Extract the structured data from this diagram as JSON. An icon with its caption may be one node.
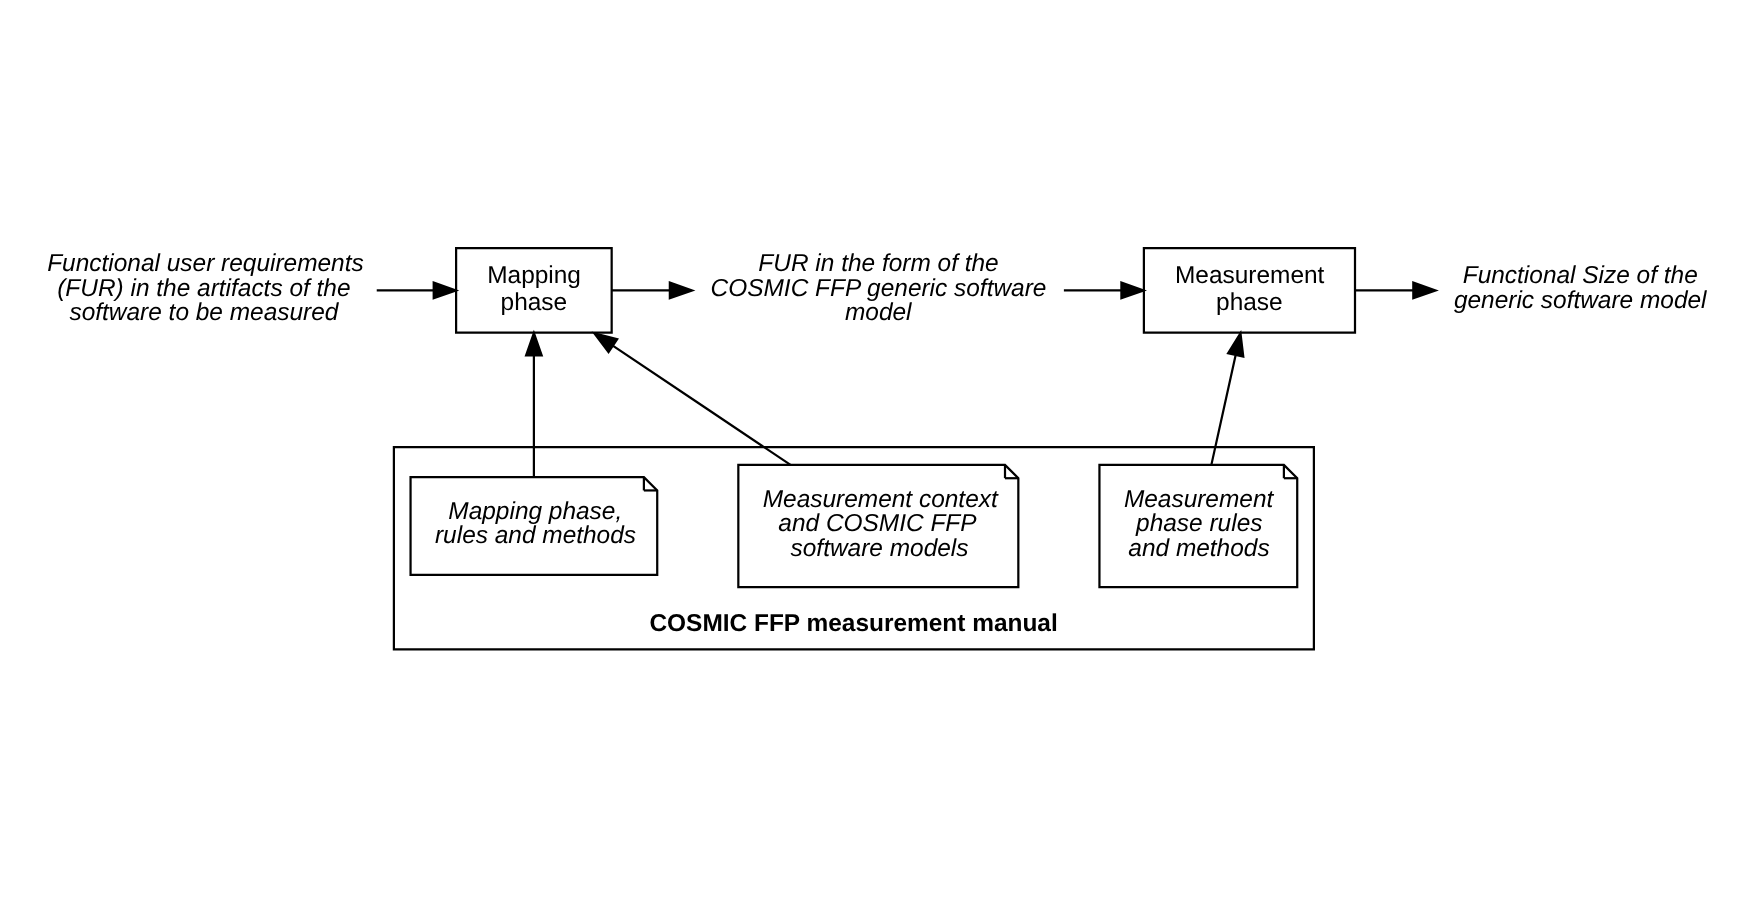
{
  "diagram": {
    "nodes": [
      {
        "text": [
          "Functional user requirements (FUR) in the artifacts of the software to be measured"
        ]
      },
      {
        "text": [
          "Mapping phase"
        ]
      },
      {
        "text": [
          "FUR in the form of the COSMIC FFP generic software model"
        ]
      },
      {
        "text": [
          "Measurement phase"
        ]
      },
      {
        "text": [
          "Functional Size of the generic software model"
        ]
      },
      {
        "text": [
          "COSMIC FFP measurement manual"
        ]
      },
      {
        "text": [
          "Measurement context and COSMIC FFP software models"
        ],
        "in": 5
      },
      {
        "text": [
          "Mapping phase, rules and methods"
        ],
        "in": 5
      },
      {
        "text": [
          "Measurement phase rules and methods"
        ],
        "in": 5
      }
    ],
    "edges": [
      {
        "from": 0,
        "to": 1,
        "arrow": "to"
      },
      {
        "from": 1,
        "to": 2,
        "arrow": "to"
      },
      {
        "from": 2,
        "to": 3,
        "arrow": "to"
      },
      {
        "from": 3,
        "to": 4,
        "arrow": "to"
      },
      {
        "from": 6,
        "to": 1,
        "arrow": "to"
      },
      {
        "from": 7,
        "to": 1,
        "arrow": "to"
      },
      {
        "from": 8,
        "to": 3,
        "arrow": "to"
      }
    ]
  }
}
